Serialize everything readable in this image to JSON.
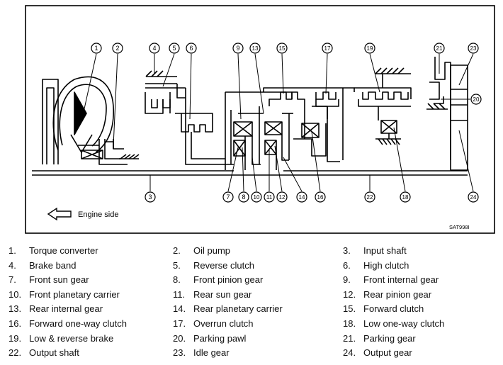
{
  "diagram": {
    "engine_side_label": "Engine side",
    "code": "SAT998I",
    "callouts": [
      "1",
      "2",
      "3",
      "4",
      "5",
      "6",
      "7",
      "8",
      "9",
      "10",
      "11",
      "12",
      "13",
      "14",
      "15",
      "16",
      "17",
      "18",
      "19",
      "20",
      "21",
      "22",
      "23",
      "24"
    ]
  },
  "legend": {
    "items": [
      {
        "num": "1.",
        "label": "Torque converter"
      },
      {
        "num": "2.",
        "label": "Oil pump"
      },
      {
        "num": "3.",
        "label": "Input shaft"
      },
      {
        "num": "4.",
        "label": "Brake band"
      },
      {
        "num": "5.",
        "label": "Reverse clutch"
      },
      {
        "num": "6.",
        "label": "High clutch"
      },
      {
        "num": "7.",
        "label": "Front sun gear"
      },
      {
        "num": "8.",
        "label": "Front pinion gear"
      },
      {
        "num": "9.",
        "label": "Front internal gear"
      },
      {
        "num": "10.",
        "label": "Front planetary carrier"
      },
      {
        "num": "11.",
        "label": "Rear sun gear"
      },
      {
        "num": "12.",
        "label": "Rear pinion gear"
      },
      {
        "num": "13.",
        "label": "Rear internal gear"
      },
      {
        "num": "14.",
        "label": "Rear planetary carrier"
      },
      {
        "num": "15.",
        "label": "Forward clutch"
      },
      {
        "num": "16.",
        "label": "Forward one-way clutch"
      },
      {
        "num": "17.",
        "label": "Overrun clutch"
      },
      {
        "num": "18.",
        "label": "Low one-way clutch"
      },
      {
        "num": "19.",
        "label": "Low & reverse brake"
      },
      {
        "num": "20.",
        "label": "Parking pawl"
      },
      {
        "num": "21.",
        "label": "Parking gear"
      },
      {
        "num": "22.",
        "label": "Output shaft"
      },
      {
        "num": "23.",
        "label": "Idle gear"
      },
      {
        "num": "24.",
        "label": "Output gear"
      }
    ]
  }
}
